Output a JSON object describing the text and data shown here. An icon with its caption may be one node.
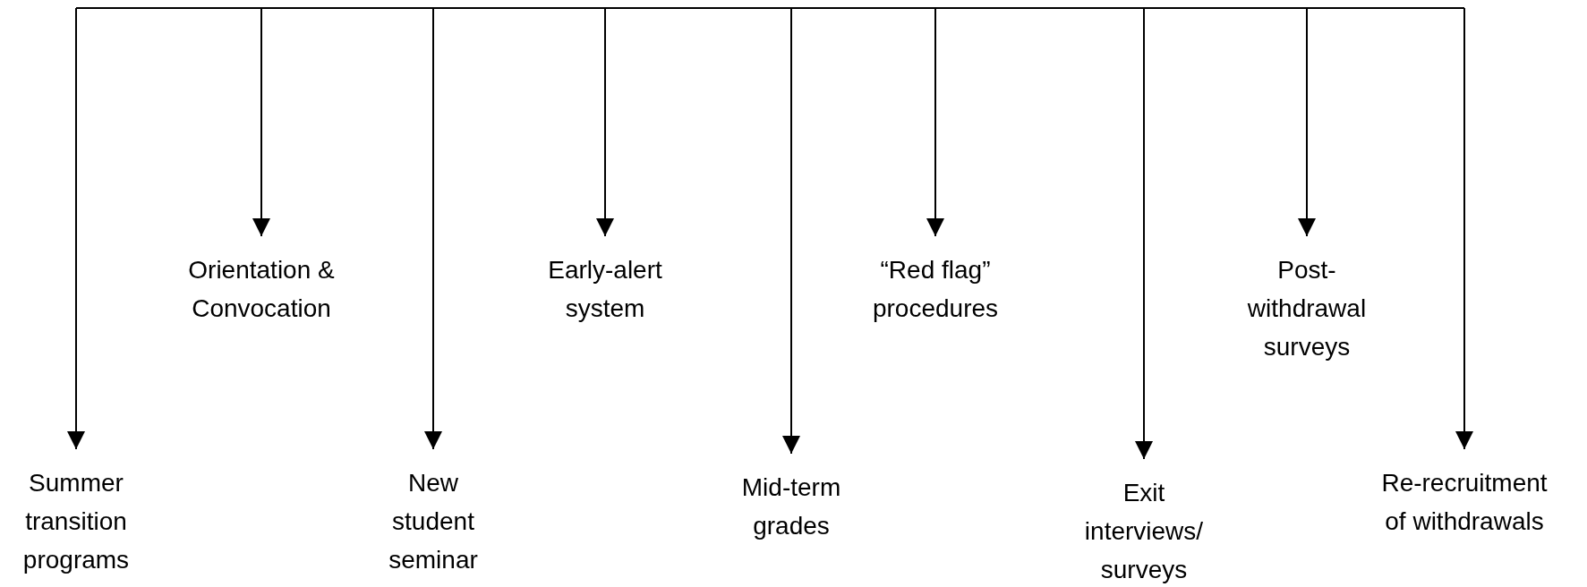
{
  "diagram": {
    "nodes": [
      {
        "text": [
          "Summer transition programs"
        ]
      },
      {
        "text": [
          "Orientation & Convocation"
        ]
      },
      {
        "text": [
          "New student seminar"
        ]
      },
      {
        "text": [
          "Early-alert system"
        ]
      },
      {
        "text": [
          "Mid-term grades"
        ]
      },
      {
        "text": [
          "“Red flag” procedures"
        ]
      },
      {
        "text": [
          "Exit interviews/ surveys"
        ]
      },
      {
        "text": [
          "Post- withdrawal surveys"
        ]
      },
      {
        "text": [
          "Re-recruitment of withdrawals"
        ]
      }
    ],
    "edges": [
      {
        "from": null,
        "to": 0,
        "arrow": "to"
      },
      {
        "from": null,
        "to": 1,
        "arrow": "to"
      },
      {
        "from": null,
        "to": 2,
        "arrow": "to"
      },
      {
        "from": null,
        "to": 3,
        "arrow": "to"
      },
      {
        "from": null,
        "to": 4,
        "arrow": "to"
      },
      {
        "from": null,
        "to": 5,
        "arrow": "to"
      },
      {
        "from": null,
        "to": 6,
        "arrow": "to"
      },
      {
        "from": null,
        "to": 7,
        "arrow": "to"
      },
      {
        "from": null,
        "to": 8,
        "arrow": "to"
      }
    ]
  }
}
